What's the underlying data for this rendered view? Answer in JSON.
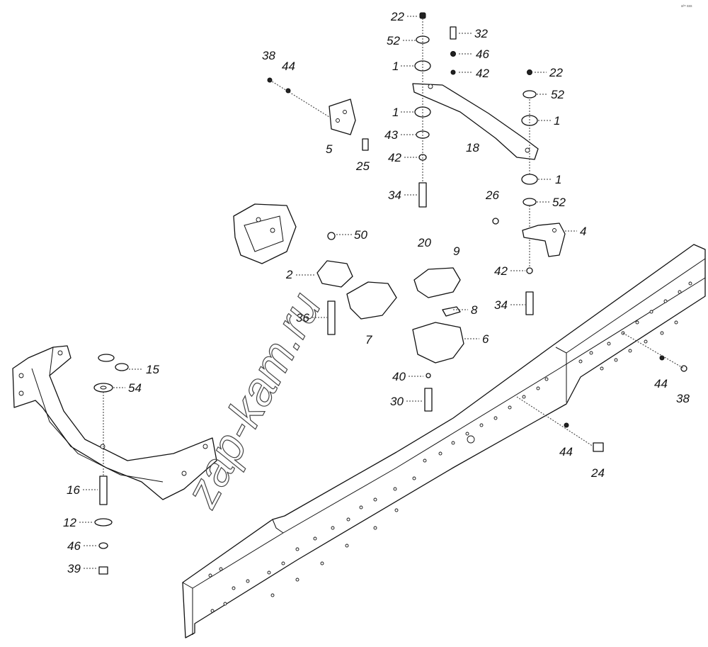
{
  "watermark": "zap-kam.ru",
  "corner_mark": "a³⁸ sss",
  "callouts": [
    {
      "id": "c22a",
      "text": "22"
    },
    {
      "id": "c52a",
      "text": "52"
    },
    {
      "id": "c1a",
      "text": "1"
    },
    {
      "id": "c1b",
      "text": "1"
    },
    {
      "id": "c43",
      "text": "43"
    },
    {
      "id": "c42a",
      "text": "42"
    },
    {
      "id": "c34a",
      "text": "34"
    },
    {
      "id": "c32",
      "text": "32"
    },
    {
      "id": "c46a",
      "text": "46"
    },
    {
      "id": "c42b",
      "text": "42"
    },
    {
      "id": "c18",
      "text": "18"
    },
    {
      "id": "c22b",
      "text": "22"
    },
    {
      "id": "c52b",
      "text": "52"
    },
    {
      "id": "c1c",
      "text": "1"
    },
    {
      "id": "c1d",
      "text": "1"
    },
    {
      "id": "c52c",
      "text": "52"
    },
    {
      "id": "c38a",
      "text": "38"
    },
    {
      "id": "c44a",
      "text": "44"
    },
    {
      "id": "c5",
      "text": "5"
    },
    {
      "id": "c25",
      "text": "25"
    },
    {
      "id": "c26",
      "text": "26"
    },
    {
      "id": "c4",
      "text": "4"
    },
    {
      "id": "c42c",
      "text": "42"
    },
    {
      "id": "c34b",
      "text": "34"
    },
    {
      "id": "c50",
      "text": "50"
    },
    {
      "id": "c20",
      "text": "20"
    },
    {
      "id": "c9",
      "text": "9"
    },
    {
      "id": "c2",
      "text": "2"
    },
    {
      "id": "c36",
      "text": "36"
    },
    {
      "id": "c7",
      "text": "7"
    },
    {
      "id": "c8",
      "text": "8"
    },
    {
      "id": "c6",
      "text": "6"
    },
    {
      "id": "c40",
      "text": "40"
    },
    {
      "id": "c30",
      "text": "30"
    },
    {
      "id": "c15",
      "text": "15"
    },
    {
      "id": "c54",
      "text": "54"
    },
    {
      "id": "c16",
      "text": "16"
    },
    {
      "id": "c12",
      "text": "12"
    },
    {
      "id": "c46b",
      "text": "46"
    },
    {
      "id": "c39",
      "text": "39"
    },
    {
      "id": "c44b",
      "text": "44"
    },
    {
      "id": "c38b",
      "text": "38"
    },
    {
      "id": "c44c",
      "text": "44"
    },
    {
      "id": "c24",
      "text": "24"
    }
  ]
}
